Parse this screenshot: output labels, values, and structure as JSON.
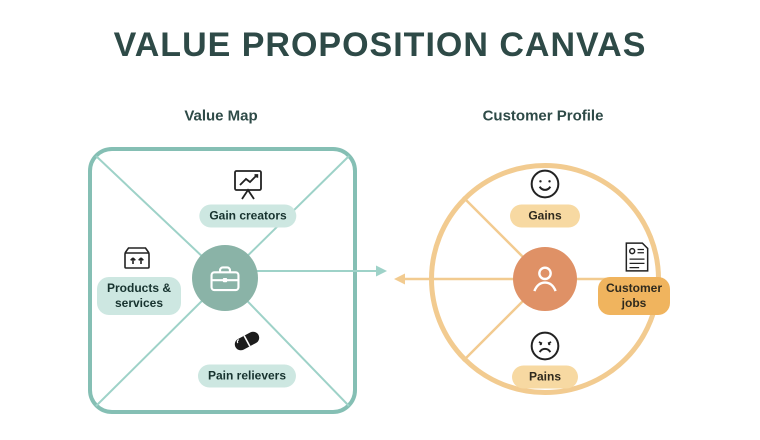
{
  "title": "VALUE PROPOSITION CANVAS",
  "value_map": {
    "label": "Value Map",
    "gain_creators": "Gain creators",
    "products_services": "Products & services",
    "pain_relievers": "Pain relievers",
    "center_icon": "briefcase-icon"
  },
  "customer_profile": {
    "label": "Customer Profile",
    "gains": "Gains",
    "customer_jobs": "Customer jobs",
    "pains": "Pains",
    "center_icon": "person-icon"
  },
  "icons": {
    "gain_creators": "flip-chart-growth-icon",
    "products_services": "product-box-icon",
    "pain_relievers": "pill-capsule-icon",
    "gains": "happy-face-icon",
    "customer_jobs": "resume-document-icon",
    "pains": "sad-face-icon",
    "value_map_center": "briefcase-icon",
    "customer_profile_center": "person-icon"
  },
  "colors": {
    "title_text": "#2e4a47",
    "teal_border": "#85bfb4",
    "teal_line": "#9ed2c8",
    "teal_pill_bg": "#cde7e1",
    "teal_center_circle": "#8ab3a7",
    "orange_border": "#f2cb90",
    "tan_pill_bg": "#f7d9a2",
    "orange_pill_bg": "#f0b45e",
    "orange_center_circle": "#df9166"
  }
}
